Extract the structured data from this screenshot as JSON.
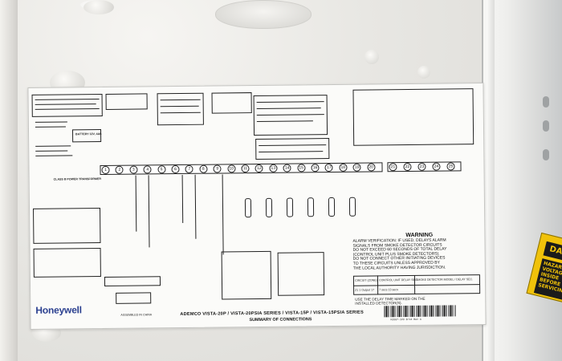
{
  "label": {
    "brand": "Honeywell",
    "series_title": "ADEMCO VISTA-20P / VISTA-20PSIA SERIES / VISTA-15P / VISTA-15PSIA SERIES",
    "summary_title": "SUMMARY OF CONNECTIONS",
    "warning_title": "WARNING",
    "warning_text_en": "ALARM VERIFICATION: IF USED, DELAYS ALARM\nSIGNALS FROM SMOKE DETECTOR CIRCUITS\nDO NOT EXCEED 60 SECONDS OF TOTAL DELAY\n(CONTROL UNIT PLUS SMOKE DETECTORS).\nDO NOT CONNECT OTHER INITIATING DEVICES\nTO THESE CIRCUITS UNLESS APPROVED BY\nTHE LOCAL AUTHORITY HAVING JURISDICTION.",
    "table_headers": [
      "CIRCUIT (ZONE)",
      "CONTROL UNIT DELAY SEC.",
      "SMOKE DETECTOR MODEL / DELAY SEC."
    ],
    "table_row": [
      "Z1 1 Output 17",
      "7 secs 13 secs",
      ""
    ],
    "use_delay_note": "USE THE DELAY TIME MARKED ON THE\nINSTALLED DETECTOR(S).",
    "terminals_left": [
      "1",
      "2",
      "3",
      "4",
      "5",
      "6",
      "7",
      "8",
      "9",
      "10",
      "11",
      "12",
      "13",
      "14",
      "15",
      "16",
      "17",
      "18",
      "19",
      "20"
    ],
    "terminals_right": [
      "21",
      "22",
      "23",
      "24",
      "25"
    ],
    "class_b_note": "CLASS B POWER TRANSFORMER",
    "battery_note": "BATTERY 12V, 4Ah",
    "barcode_text": "K3907-1V3  8/14  Rev A",
    "made_in": "ASSEMBLED IN CHINA"
  },
  "sticker": {
    "head": "DANGER",
    "body": "HAZARDOUS VOLTAGE INSIDE BEFORE SERVICING"
  }
}
